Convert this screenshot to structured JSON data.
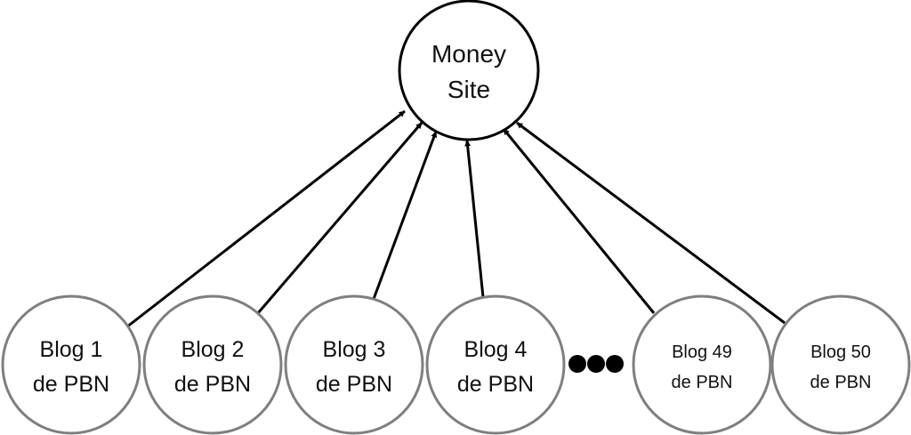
{
  "hub": {
    "line1": "Money",
    "line2": "Site"
  },
  "blogs": [
    {
      "line1": "Blog 1",
      "line2": "de PBN"
    },
    {
      "line1": "Blog 2",
      "line2": "de PBN"
    },
    {
      "line1": "Blog 3",
      "line2": "de PBN"
    },
    {
      "line1": "Blog 4",
      "line2": "de PBN"
    },
    {
      "line1": "Blog 49",
      "line2": "de PBN"
    },
    {
      "line1": "Blog 50",
      "line2": "de PBN"
    }
  ],
  "colors": {
    "hub_stroke": "#000000",
    "blog_stroke": "#7f7f7f",
    "arrow": "#000000",
    "ellipsis": "#000000"
  }
}
